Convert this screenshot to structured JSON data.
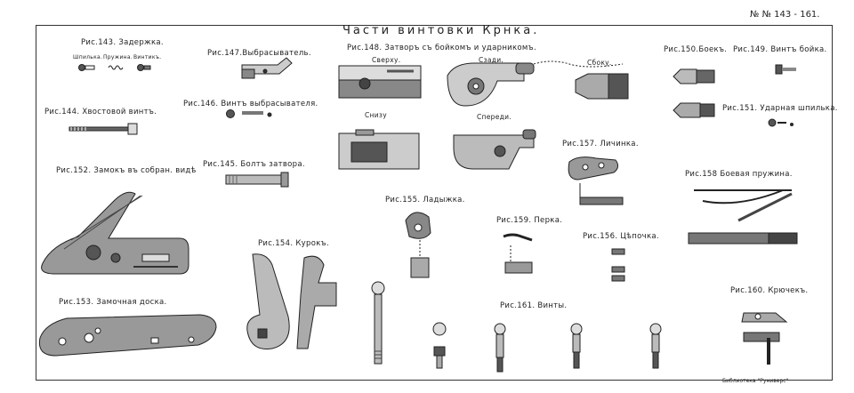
{
  "plate_number": "№ № 143 - 161.",
  "title": "Части винтовки Крнка.",
  "library": "Библиотека \"Руниверс\"",
  "figs": {
    "f143": "Рис.143. Задержка.",
    "f143_sub1": "Шпилька.",
    "f143_sub2": "Пружина.",
    "f143_sub3": "Винтикъ.",
    "f144": "Рис.144. Хвостовой винтъ.",
    "f147": "Рис.147.Выбрасыватель.",
    "f146": "Рис.146. Винтъ выбрасывателя.",
    "f145": "Рис.145. Болтъ затвора.",
    "f148": "Рис.148. Затворъ съ бойкомъ и ударникомъ.",
    "f148_top": "Сверху.",
    "f148_back": "Сзади.",
    "f148_side": "Сбоку.",
    "f148_bottom": "Снизу",
    "f148_front": "Спереди.",
    "f150": "Рис.150.Боекъ.",
    "f149": "Рис.149. Винтъ бойка.",
    "f151": "Рис.151. Ударная шпилька.",
    "f152": "Рис.152. Замокъ въ собран. видѣ",
    "f153": "Рис.153. Замочная доска.",
    "f154": "Рис.154. Курокъ.",
    "f155": "Рис.155. Ладыжка.",
    "f157": "Рис.157. Личинка.",
    "f159": "Рис.159. Перка.",
    "f156": "Рис.156. Цѣпочка.",
    "f158": "Рис.158 Боевая пружина.",
    "f161": "Рис.161. Винты.",
    "f160": "Рис.160. Крючекъ."
  }
}
